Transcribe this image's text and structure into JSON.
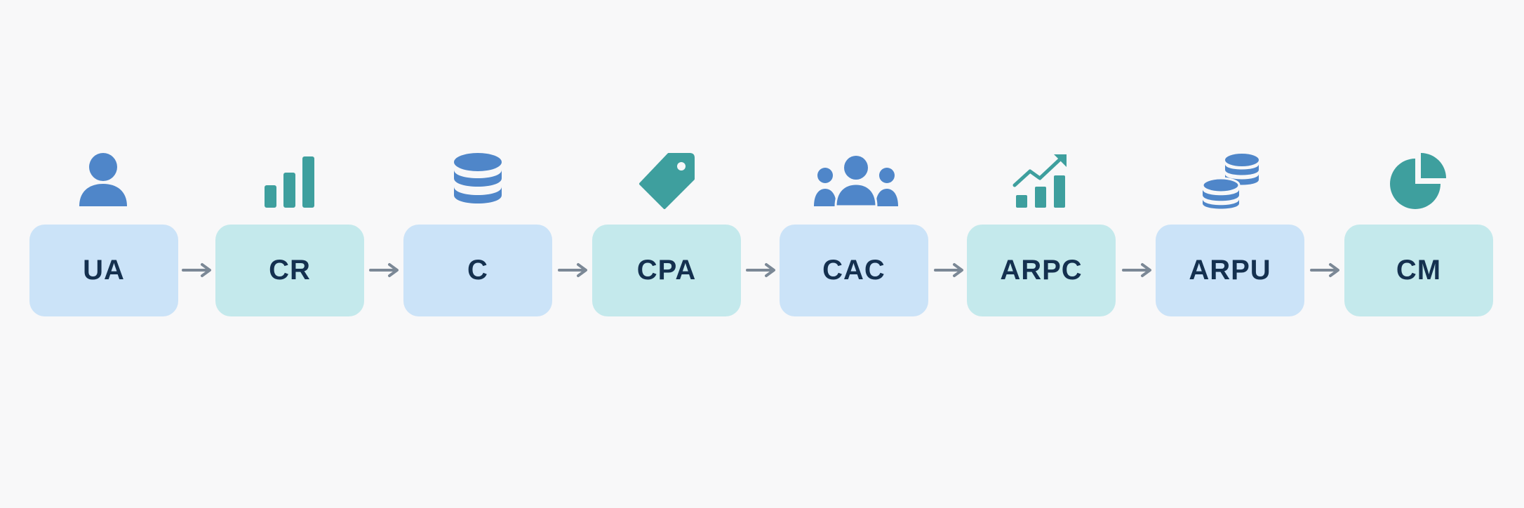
{
  "colors": {
    "background": "#f8f8f9",
    "node_blue": "#cbe3f8",
    "node_teal": "#c4e9ec",
    "label": "#14304f",
    "icon_blue": "#4f86c9",
    "icon_teal": "#3e9f9e",
    "arrow": "#7b8896"
  },
  "nodes": [
    {
      "label": "UA",
      "icon": "user-icon"
    },
    {
      "label": "CR",
      "icon": "bar-chart-icon"
    },
    {
      "label": "C",
      "icon": "database-icon"
    },
    {
      "label": "CPA",
      "icon": "price-tag-icon"
    },
    {
      "label": "CAC",
      "icon": "users-group-icon"
    },
    {
      "label": "ARPC",
      "icon": "trend-up-chart-icon"
    },
    {
      "label": "ARPU",
      "icon": "coins-icon"
    },
    {
      "label": "CM",
      "icon": "pie-chart-icon"
    }
  ]
}
